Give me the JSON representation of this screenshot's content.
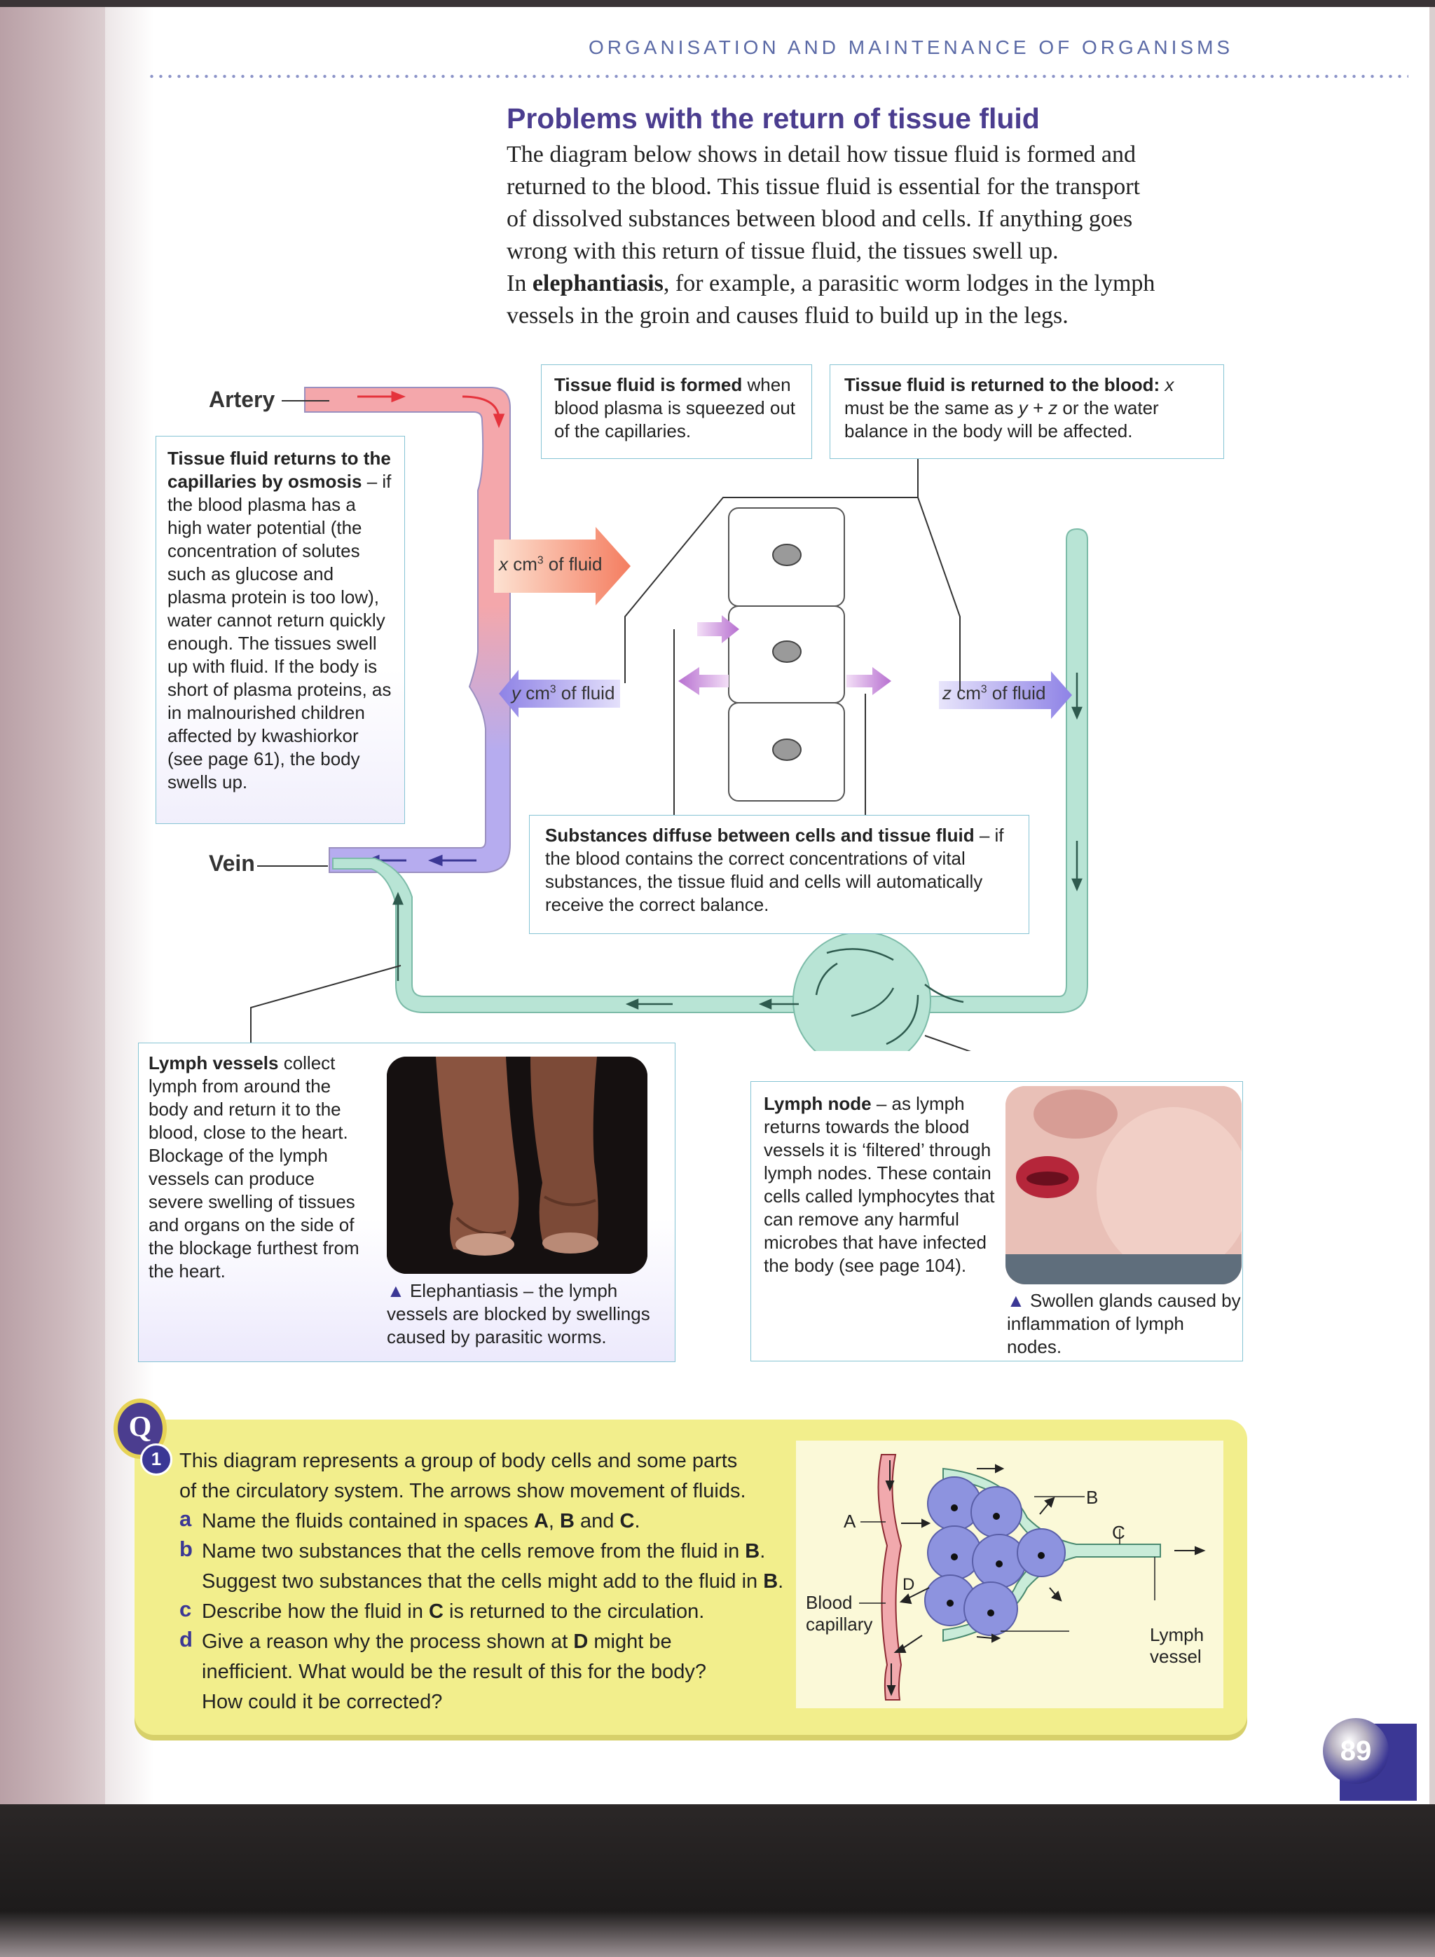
{
  "running_head": "ORGANISATION AND MAINTENANCE OF ORGANISMS",
  "section": {
    "heading": "Problems with the return of tissue fluid",
    "intro_1": "The diagram below shows in detail how tissue fluid is formed and",
    "intro_2": "returned to the blood. This tissue fluid is essential for the transport",
    "intro_3": "of dissolved substances between blood and cells. If anything goes",
    "intro_4": "wrong with this return of tissue fluid, the tissues swell up.",
    "intro_5a": "In ",
    "intro_5b": "elephantiasis",
    "intro_5c": ", for example, a parasitic worm lodges in the lymph",
    "intro_6": "vessels in the groin and causes fluid to build up in the legs."
  },
  "diagram": {
    "artery_label": "Artery",
    "vein_label": "Vein",
    "x_fluid": "x",
    "y_fluid": "y",
    "z_fluid": "z",
    "fluid_unit": " cm",
    "fluid_sup": "3",
    "fluid_suffix": " of fluid",
    "box_formed_bold": "Tissue fluid is formed",
    "box_formed_text": "when blood plasma is squeezed out of the capillaries.",
    "box_returned_bold": "Tissue fluid is returned to the blood:",
    "box_returned_text_1": " x",
    "box_returned_text_2": " must be the same as ",
    "box_returned_text_3": "y + z",
    "box_returned_text_4": " or the water balance in the body will be affected.",
    "box_osmosis_bold": "Tissue fluid returns to the capillaries by osmosis",
    "box_osmosis_text": " – if the blood plasma has a high water potential (the concentration of solutes such as glucose and plasma protein is too low), water cannot return quickly enough. The tissues swell up with fluid. If the body is short of plasma proteins, as in malnourished children affected by kwashiorkor (see page 61), the body swells up.",
    "box_diffuse_bold": "Substances diffuse between cells and tissue fluid",
    "box_diffuse_text": " – if the blood contains the correct concentrations of vital substances, the tissue fluid and cells will automatically receive the correct balance.",
    "box_lymph_vessels_bold": "Lymph vessels",
    "box_lymph_vessels_text": " collect lymph from around the body and return it to the blood, close to the heart. Blockage of the lymph vessels can produce severe swelling of tissues and organs on the side of the blockage furthest from the heart.",
    "caption_elephantiasis": "Elephantiasis – the lymph vessels are blocked by swellings caused by parasitic worms.",
    "box_lymph_node_bold": "Lymph node",
    "box_lymph_node_text": " – as lymph returns towards the blood vessels it is ‘filtered’ through lymph nodes. These contain cells called lymphocytes that can remove any harmful microbes that have infected the body (see page 104).",
    "caption_glands": "Swollen glands caused by inflammation of lymph nodes.",
    "colors": {
      "artery": "#f4a7ab",
      "vein": "#b6acef",
      "lymph": "#b8e4d5",
      "box_border": "#86c4d4",
      "heading": "#4b3d8f"
    }
  },
  "question": {
    "badge": "Q",
    "number": "1",
    "stem_1": "This diagram represents a group of body cells and some parts",
    "stem_2": "of the circulatory system. The arrows show movement of fluids.",
    "a_letter": "a",
    "a_text_1": "Name the fluids contained in spaces ",
    "a_A": "A",
    "a_sep": ", ",
    "a_B": "B",
    "a_and": " and ",
    "a_C": "C",
    "a_end": ".",
    "b_letter": "b",
    "b_text_1": "Name two substances that the cells remove from the fluid in ",
    "b_B1": "B",
    "b_end1": ".",
    "b_text_2": "Suggest two substances that the cells might add to the fluid in ",
    "b_B2": "B",
    "b_end2": ".",
    "c_letter": "c",
    "c_text_1": "Describe how the fluid in ",
    "c_C": "C",
    "c_text_2": " is returned to the circulation.",
    "d_letter": "d",
    "d_text_1": "Give a reason why the process shown at ",
    "d_D": "D",
    "d_text_2": " might be",
    "d_text_3": "inefficient. What would be the result of this for the body?",
    "d_text_4": "How could it be corrected?",
    "fig_A": "A",
    "fig_B": "B",
    "fig_C": "C",
    "fig_D": "D",
    "fig_blood_1": "Blood",
    "fig_blood_2": "capillary",
    "fig_lymph_1": "Lymph",
    "fig_lymph_2": "vessel"
  },
  "page_number": "89"
}
